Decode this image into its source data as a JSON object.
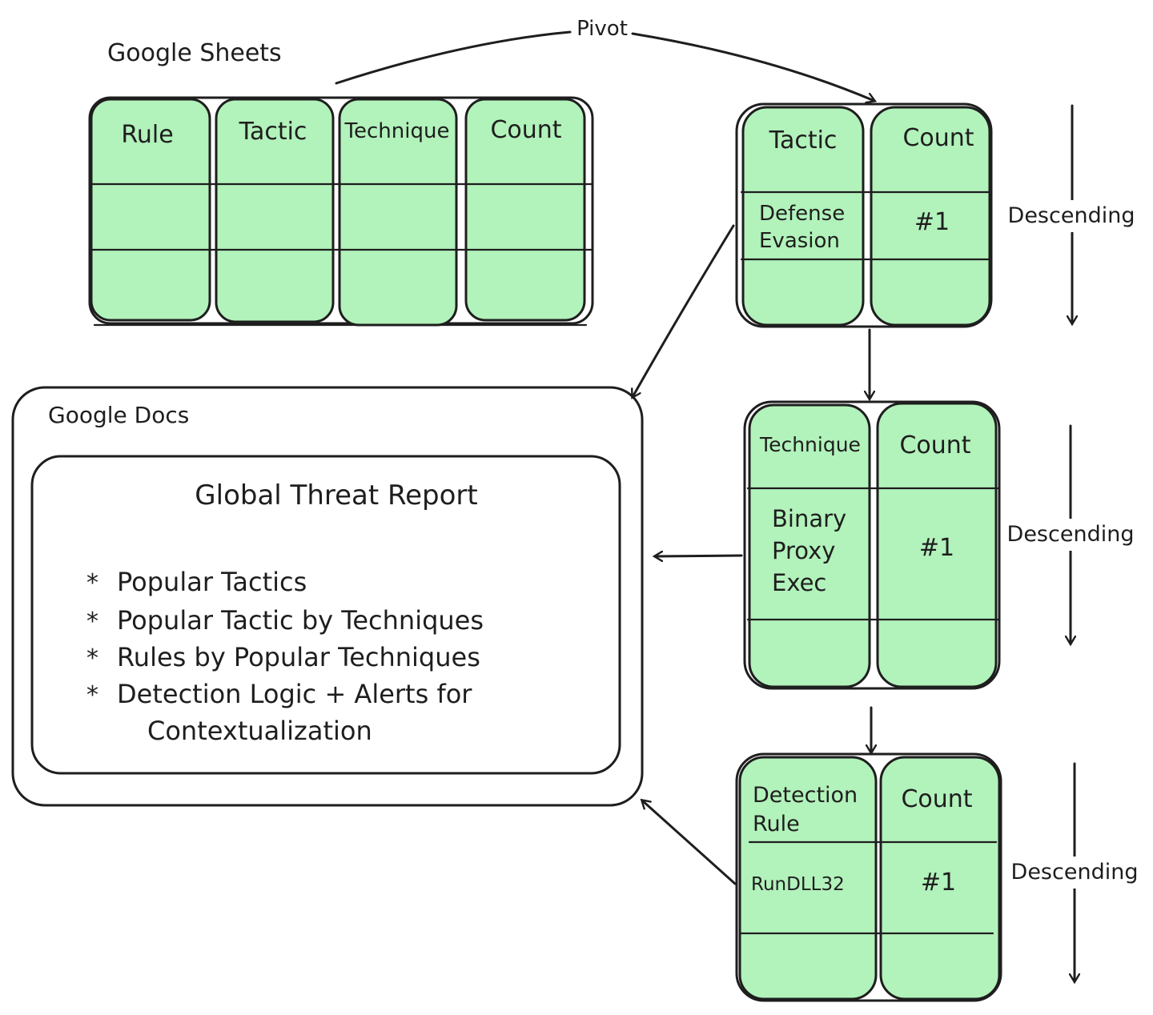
{
  "sheets": {
    "title": "Google Sheets",
    "columns": [
      "Rule",
      "Tactic",
      "Technique",
      "Count"
    ]
  },
  "pivot_label": "Pivot",
  "tactic_table": {
    "headers": [
      "Tactic",
      "Count"
    ],
    "row_label_lines": [
      "Defense",
      "Evasion"
    ],
    "row_count": "#1",
    "sort_label": "Descending"
  },
  "technique_table": {
    "headers": [
      "Technique",
      "Count"
    ],
    "row_label_lines": [
      "Binary",
      "Proxy",
      "Exec"
    ],
    "row_count": "#1",
    "sort_label": "Descending"
  },
  "rule_table": {
    "header_lines": [
      "Detection",
      "Rule"
    ],
    "count_header": "Count",
    "row_label": "RunDLL32",
    "row_count": "#1",
    "sort_label": "Descending"
  },
  "docs": {
    "title": "Google Docs",
    "report_title": "Global Threat Report",
    "bullet_symbol": "*",
    "bullets": [
      {
        "line1": "Popular Tactics"
      },
      {
        "line1": "Popular Tactic by Techniques"
      },
      {
        "line1": "Rules by Popular Techniques"
      },
      {
        "line1": "Detection Logic + Alerts for",
        "line2": "Contextualization"
      }
    ]
  },
  "colors": {
    "cell_fill": "#b2f2bb",
    "stroke": "#1e1e1e"
  }
}
